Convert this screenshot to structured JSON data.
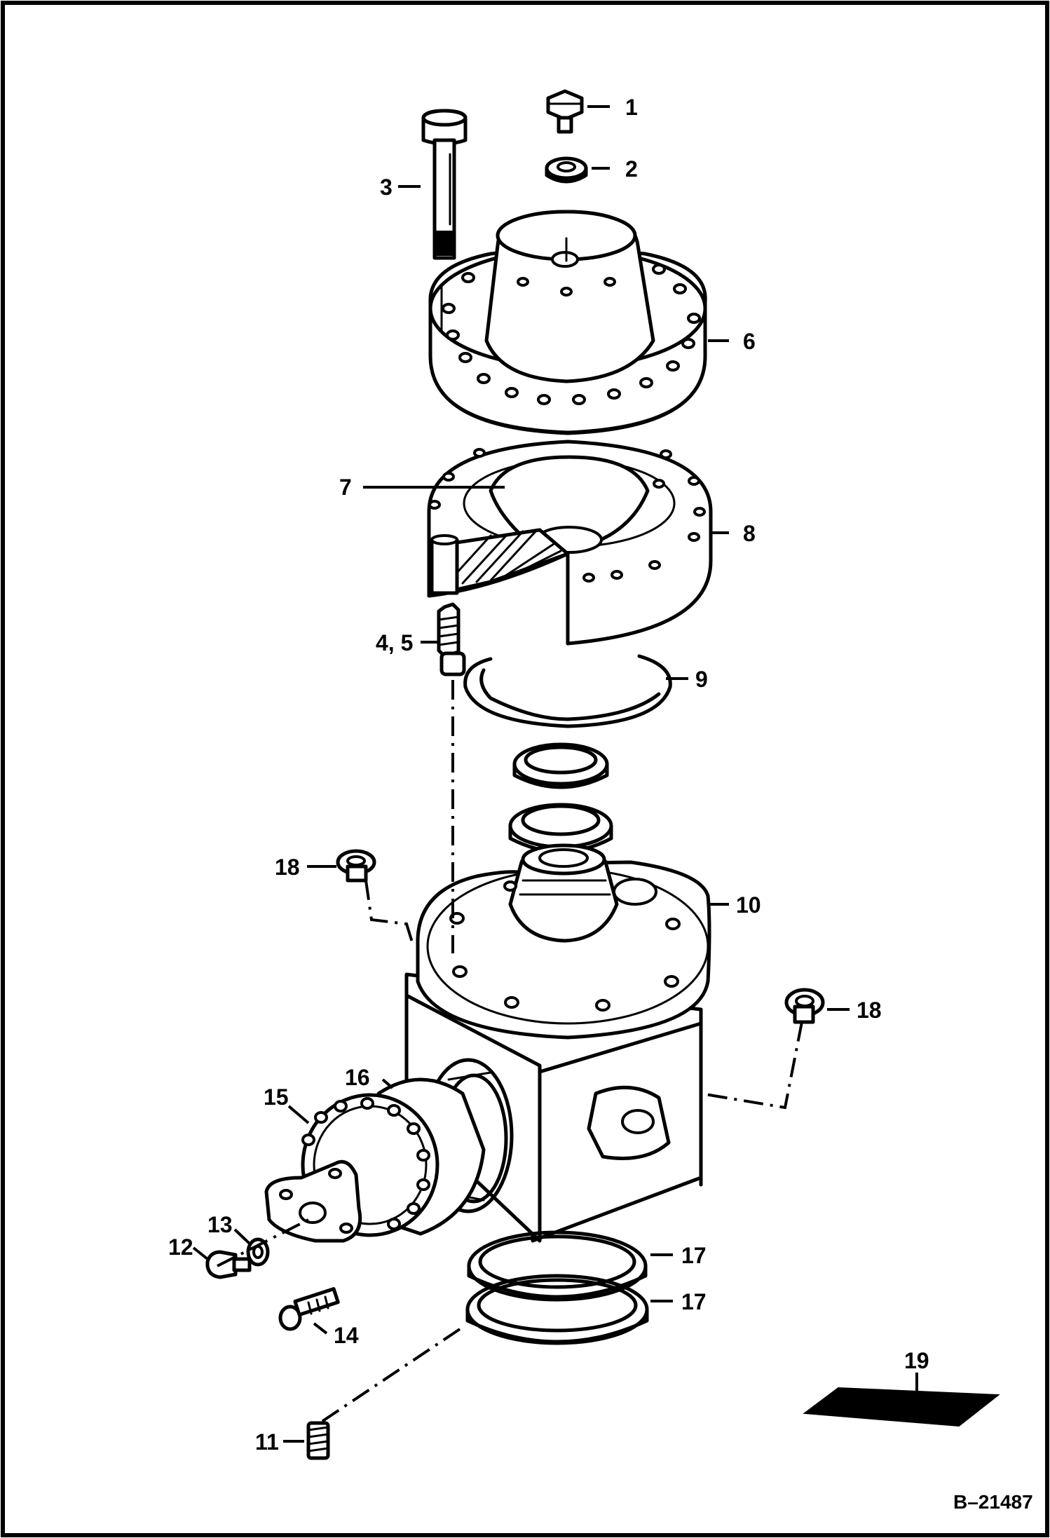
{
  "callouts": {
    "c1": "1",
    "c2": "2",
    "c3": "3",
    "c4_5": "4, 5",
    "c6": "6",
    "c7": "7",
    "c8": "8",
    "c9": "9",
    "c10": "10",
    "c11": "11",
    "c12": "12",
    "c13": "13",
    "c14": "14",
    "c15": "15",
    "c16": "16",
    "c17a": "17",
    "c17b": "17",
    "c18a": "18",
    "c18b": "18",
    "c19": "19"
  },
  "drawing_number": "B–21487"
}
